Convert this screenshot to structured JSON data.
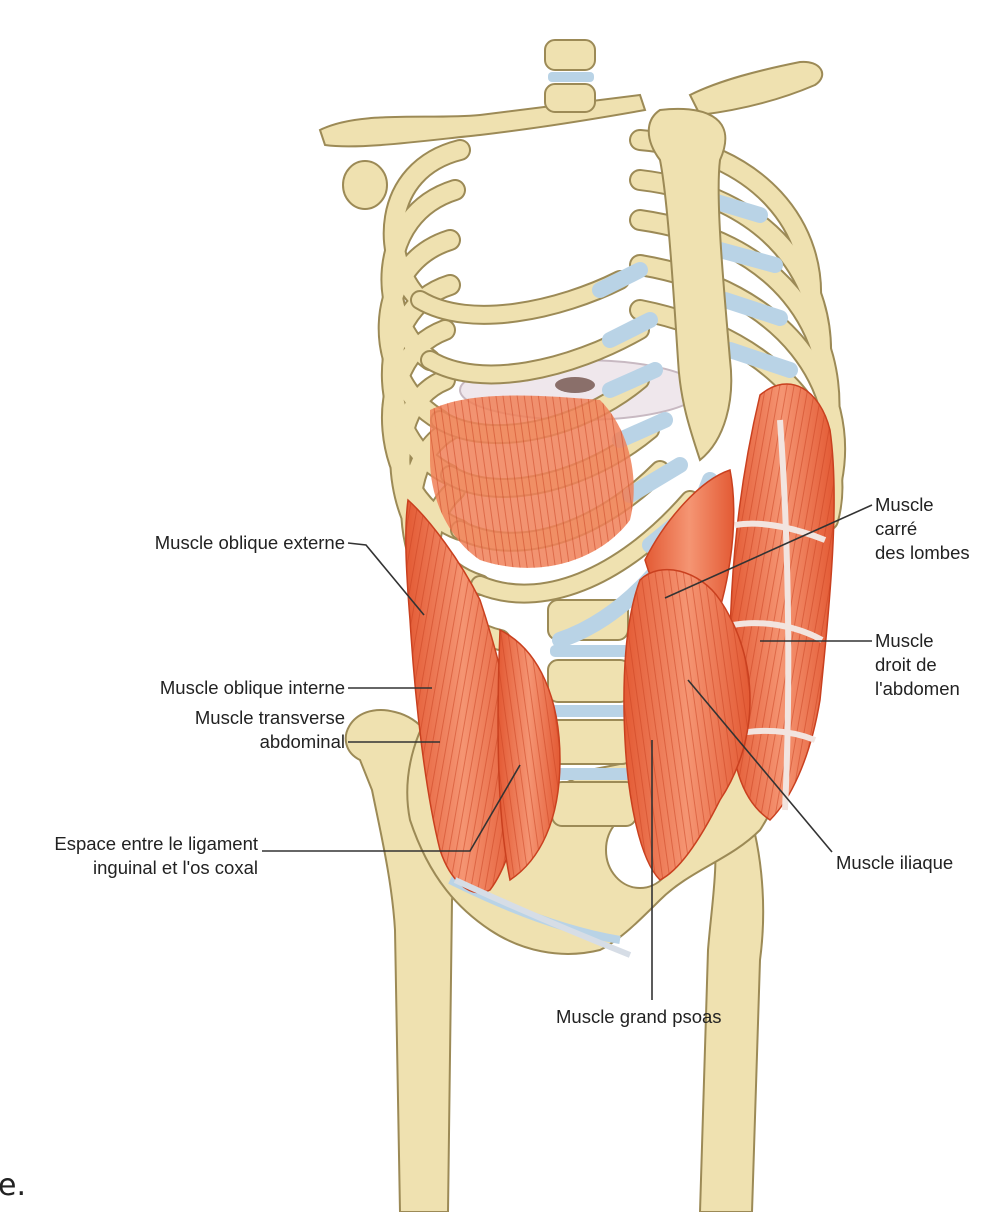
{
  "colors": {
    "bone": "#efe1b0",
    "bone_edge": "#9c8a56",
    "cartilage": "#b9d3e6",
    "muscle": "#f0784e",
    "muscle_dark": "#d2482a",
    "tendon": "#d6dde6",
    "leader": "#333333"
  },
  "labels": {
    "oblique_externe": "Muscle oblique externe",
    "oblique_interne": "Muscle oblique interne",
    "transverse_l1": "Muscle transverse",
    "transverse_l2": "abdominal",
    "espace_l1": "Espace entre le ligament",
    "espace_l2": "inguinal et l'os coxal",
    "carre_l1": "Muscle",
    "carre_l2": "carré",
    "carre_l3": "des lombes",
    "droit_l1": "Muscle",
    "droit_l2": "droit de",
    "droit_l3": "l'abdomen",
    "iliaque": "Muscle iliaque",
    "psoas": "Muscle grand psoas"
  },
  "caption_fragment": "e."
}
